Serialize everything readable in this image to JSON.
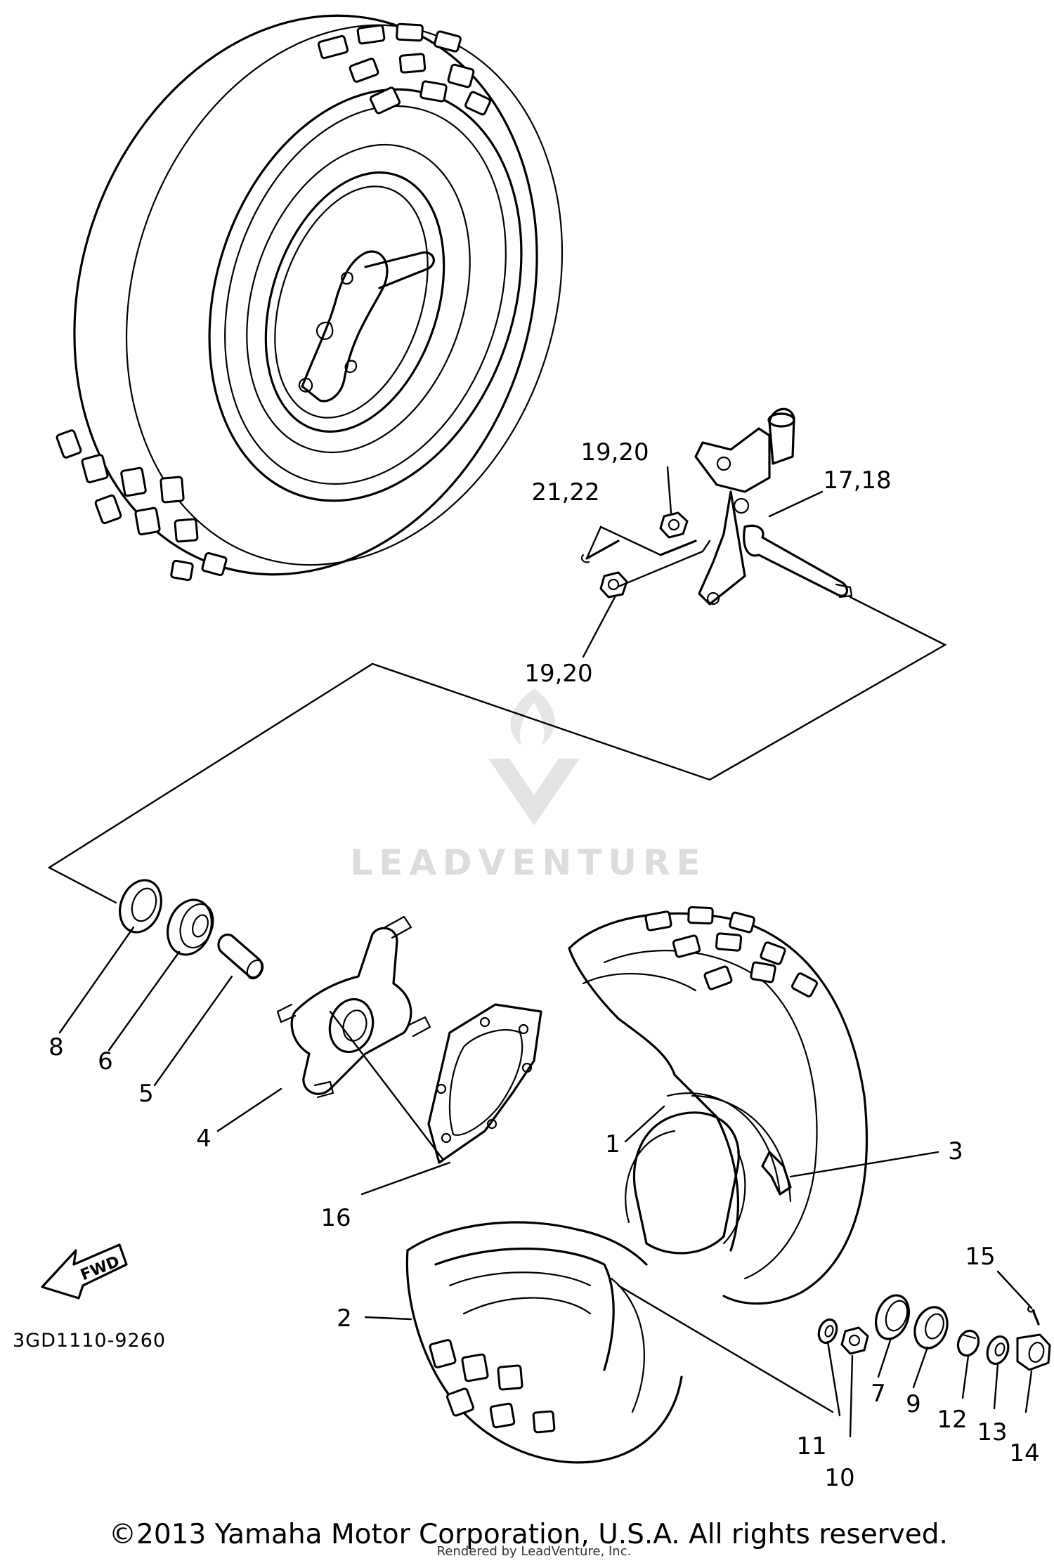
{
  "diagram": {
    "callouts": [
      {
        "id": "c1",
        "text": "1"
      },
      {
        "id": "c2",
        "text": "2"
      },
      {
        "id": "c3",
        "text": "3"
      },
      {
        "id": "c4",
        "text": "4"
      },
      {
        "id": "c5",
        "text": "5"
      },
      {
        "id": "c6",
        "text": "6"
      },
      {
        "id": "c7",
        "text": "7"
      },
      {
        "id": "c8",
        "text": "8"
      },
      {
        "id": "c9",
        "text": "9"
      },
      {
        "id": "c10",
        "text": "10"
      },
      {
        "id": "c11",
        "text": "11"
      },
      {
        "id": "c12",
        "text": "12"
      },
      {
        "id": "c13",
        "text": "13"
      },
      {
        "id": "c14",
        "text": "14"
      },
      {
        "id": "c15",
        "text": "15"
      },
      {
        "id": "c16",
        "text": "16"
      },
      {
        "id": "c17",
        "text": "17,18"
      },
      {
        "id": "c19a",
        "text": "19,20"
      },
      {
        "id": "c19b",
        "text": "19,20"
      },
      {
        "id": "c21",
        "text": "21,22"
      }
    ],
    "direction_label": "FWD",
    "drawing_code": "3GD1110-9260",
    "watermark": "LEADVENTURE",
    "copyright": "©2013 Yamaha Motor Corporation, U.S.A. All rights reserved.",
    "footer_small": "Rendered by LeadVenture, Inc."
  }
}
